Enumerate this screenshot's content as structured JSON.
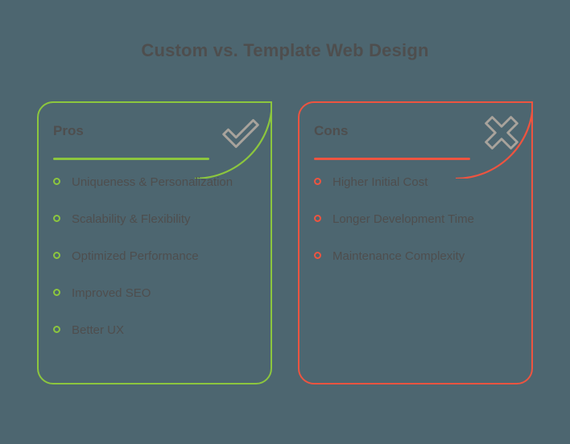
{
  "page": {
    "title": "Custom vs. Template Web Design",
    "background_color": "#4d6670",
    "text_color": "#4e4e4e"
  },
  "cards": {
    "pros": {
      "heading": "Pros",
      "accent_color": "#8cc63e",
      "badge_icon": "check-icon",
      "items": [
        {
          "label": "Uniqueness & Personalization"
        },
        {
          "label": "Scalability & Flexibility"
        },
        {
          "label": "Optimized Performance"
        },
        {
          "label": "Improved SEO"
        },
        {
          "label": "Better UX"
        }
      ]
    },
    "cons": {
      "heading": "Cons",
      "accent_color": "#ee5440",
      "badge_icon": "cross-icon",
      "items": [
        {
          "label": "Higher Initial Cost"
        },
        {
          "label": "Longer Development Time"
        },
        {
          "label": "Maintenance Complexity"
        }
      ]
    }
  }
}
